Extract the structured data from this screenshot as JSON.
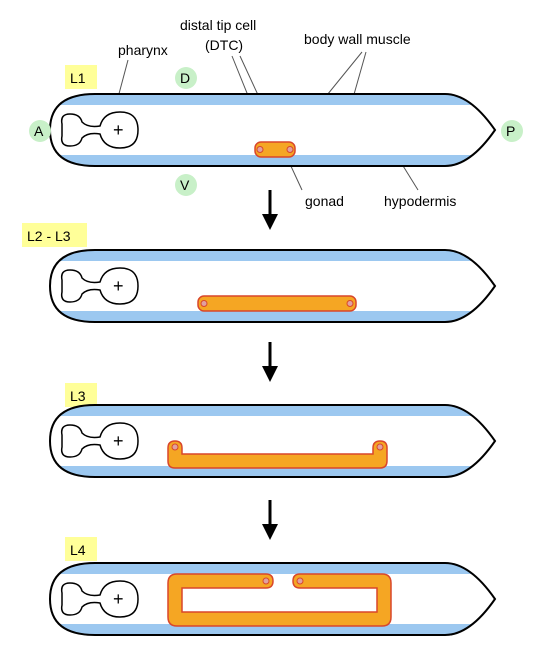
{
  "stages": [
    {
      "label": "L1"
    },
    {
      "label": "L2 - L3"
    },
    {
      "label": "L3"
    },
    {
      "label": "L4"
    }
  ],
  "labels": {
    "pharynx": "pharynx",
    "dtc_line1": "distal tip cell",
    "dtc_line2": "(DTC)",
    "body_wall_muscle": "body wall muscle",
    "gonad": "gonad",
    "hypodermis": "hypodermis"
  },
  "axes": {
    "anterior": "A",
    "posterior": "P",
    "dorsal": "D",
    "ventral": "V"
  },
  "pharynx_symbol": "+",
  "colors": {
    "stage_tag": "#ffff99",
    "axis_circle": "#c8f0c8",
    "muscle": "#9cc8f0",
    "gonad_fill": "#f5a623",
    "gonad_edge": "#d9472b",
    "dtc": "#e0a0a0",
    "arrow": "#000000"
  }
}
